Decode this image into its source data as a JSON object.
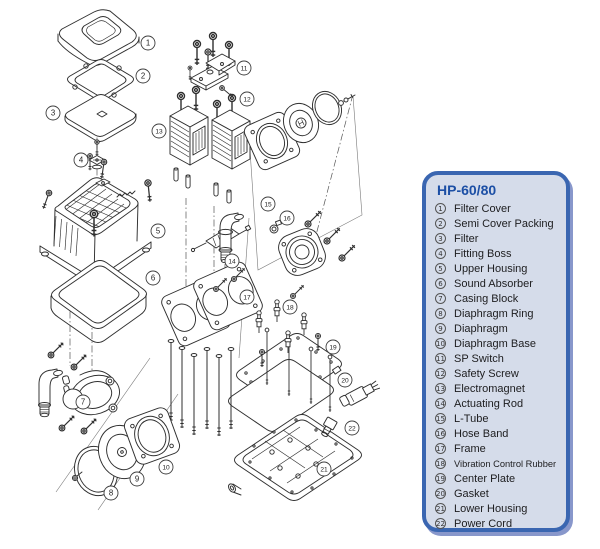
{
  "legend": {
    "title": "HP-60/80"
  },
  "parts": [
    {
      "num": "1",
      "label": "Filter Cover"
    },
    {
      "num": "2",
      "label": "Semi Cover Packing"
    },
    {
      "num": "3",
      "label": "Filter"
    },
    {
      "num": "4",
      "label": "Fitting Boss"
    },
    {
      "num": "5",
      "label": "Upper Housing"
    },
    {
      "num": "6",
      "label": "Sound Absorber"
    },
    {
      "num": "7",
      "label": "Casing Block"
    },
    {
      "num": "8",
      "label": "Diaphragm Ring"
    },
    {
      "num": "9",
      "label": "Diaphragm"
    },
    {
      "num": "10",
      "label": "Diaphragm Base"
    },
    {
      "num": "11",
      "label": "SP Switch"
    },
    {
      "num": "12",
      "label": "Safety Screw"
    },
    {
      "num": "13",
      "label": "Electromagnet"
    },
    {
      "num": "14",
      "label": "Actuating Rod"
    },
    {
      "num": "15",
      "label": "L-Tube"
    },
    {
      "num": "16",
      "label": "Hose Band"
    },
    {
      "num": "17",
      "label": "Frame"
    },
    {
      "num": "18",
      "label": "Vibration Control Rubber"
    },
    {
      "num": "19",
      "label": "Center Plate"
    },
    {
      "num": "20",
      "label": "Gasket"
    },
    {
      "num": "21",
      "label": "Lower Housing"
    },
    {
      "num": "22",
      "label": "Power Cord"
    }
  ],
  "colors": {
    "panel_border": "#3a66b1",
    "panel_bg": "#d5dcea",
    "panel_shadow": "#8897cb",
    "title_color": "#1c4fa5",
    "line_color": "#2f2f2f"
  }
}
